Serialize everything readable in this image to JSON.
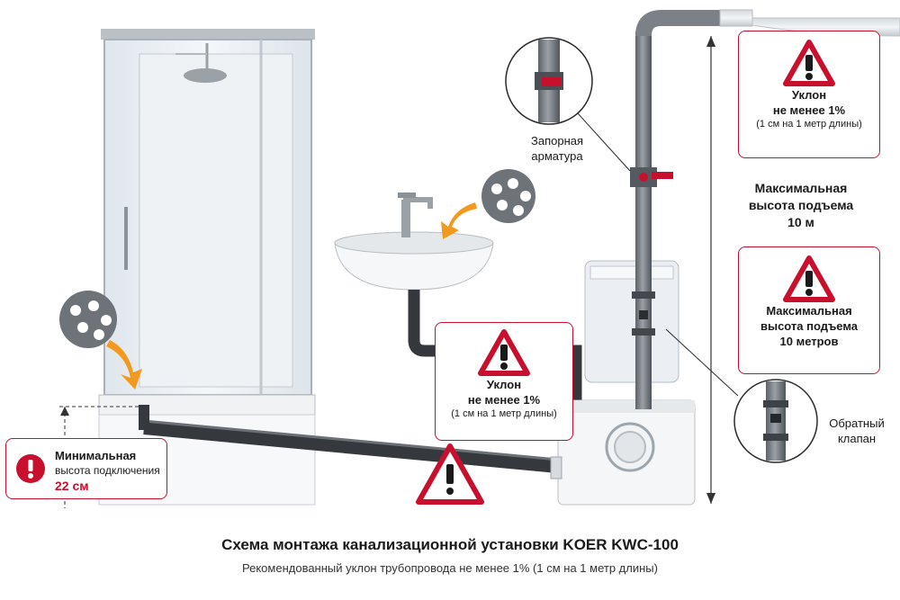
{
  "title": "Схема монтажа канализационной установки KOER KWC-100",
  "subtitle": "Рекомендованный уклон трубопровода не менее 1% (1 см на 1 метр длины)",
  "callout_top_right": {
    "line1": "Уклон",
    "line2": "не менее 1%",
    "note": "(1 см на 1 метр длины)"
  },
  "callout_middle": {
    "line1": "Уклон",
    "line2": "не менее 1%",
    "note": "(1 см на 1 метр длины)"
  },
  "callout_height_box": {
    "line1": "Максимальная",
    "line2": "высота подъема",
    "line3": "10 метров"
  },
  "callout_min_height": {
    "line1": "Минимальная",
    "line2": "высота подключения",
    "value": "22 см"
  },
  "label_valve": {
    "line1": "Запорная",
    "line2": "арматура"
  },
  "label_max_height": {
    "line1": "Максимальная",
    "line2": "высота подъема",
    "line3": "10 м"
  },
  "label_check_valve": {
    "line1": "Обратный",
    "line2": "клапан"
  },
  "colors": {
    "accent_red": "#c8102e",
    "pipe_dark": "#3a3d42",
    "pipe_grey": "#8b9096"
  }
}
